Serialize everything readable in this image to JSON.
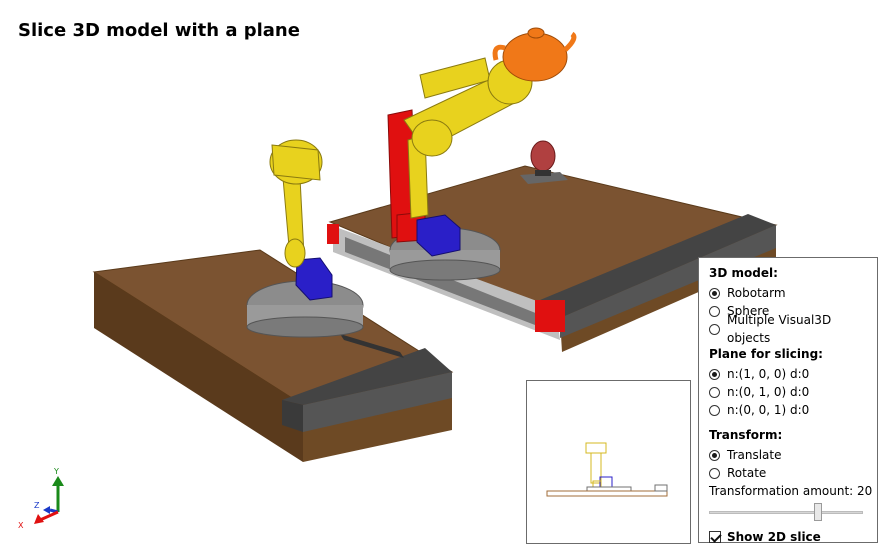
{
  "title": "Slice 3D model with a plane",
  "settings": {
    "model_title": "3D model:",
    "model_options": [
      "Robotarm",
      "Sphere",
      "Multiple Visual3D objects"
    ],
    "model_selected": 0,
    "plane_title": "Plane for slicing:",
    "plane_options": [
      "n:(1, 0, 0) d:0",
      "n:(0, 1, 0) d:0",
      "n:(0, 0, 1) d:0"
    ],
    "plane_selected": 0,
    "transform_title": "Transform:",
    "transform_options": [
      "Translate",
      "Rotate"
    ],
    "transform_selected": 0,
    "amount_label": "Transformation amount: 20",
    "amount_fraction": 0.72,
    "show_slice_label": "Show 2D slice",
    "show_slice_checked": true
  },
  "axes": {
    "y": "Y",
    "z": "Z",
    "x": "X"
  },
  "colors": {
    "wood_top": "#7a5230",
    "wood_side": "#5e3c1e",
    "rail": "#4a4a4a",
    "arm_yellow": "#e8d21e",
    "arm_red": "#e01010",
    "block_blue": "#2a1fc8",
    "teapot": "#f07818",
    "sphere": "#b04040",
    "base_gray": "#8a8a8a"
  }
}
